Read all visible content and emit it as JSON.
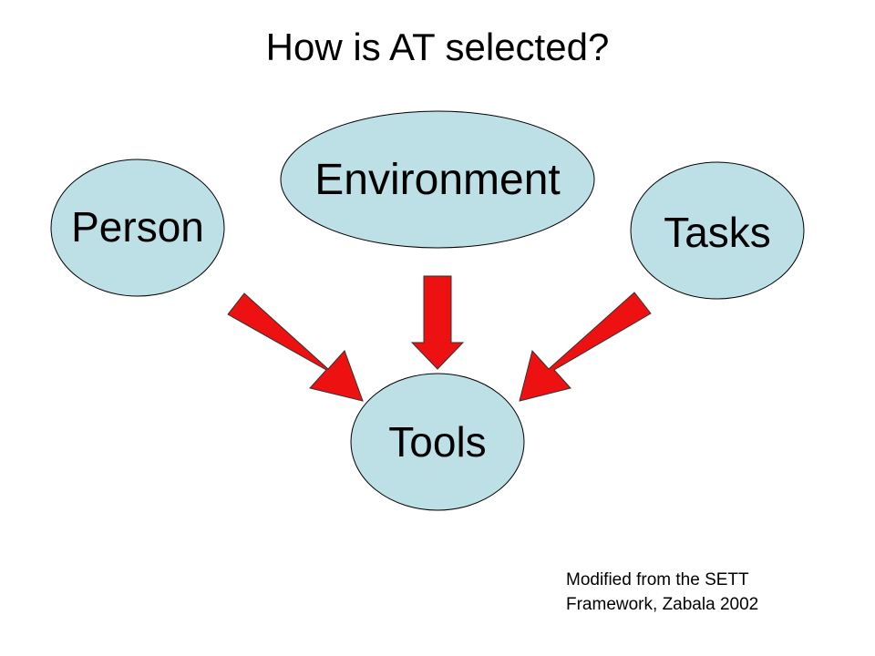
{
  "slide": {
    "title": "How is AT selected?",
    "nodes": {
      "person": "Person",
      "environment": "Environment",
      "tasks": "Tasks",
      "tools": "Tools"
    },
    "credit": {
      "line1": "Modified from the SETT",
      "line2": "Framework, Zabala 2002"
    }
  },
  "colors": {
    "node_fill": "#bde0e6",
    "node_stroke": "#000000",
    "arrow_fill": "#ee1111",
    "arrow_stroke": "#333333"
  }
}
